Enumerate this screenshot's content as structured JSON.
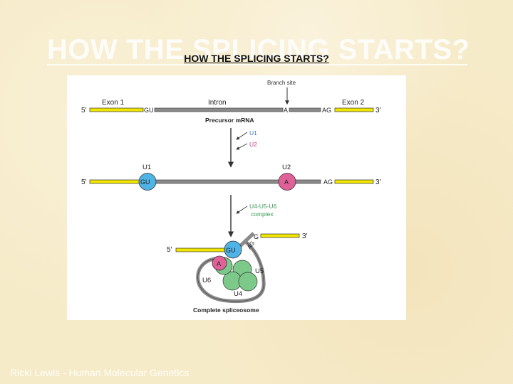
{
  "slide": {
    "ghost_title": "HOW THE SPLICING STARTS?",
    "title": "HOW THE SPLICING STARTS?",
    "footer": "Ricki Lewis - Human Molecular Genetics"
  },
  "diagram": {
    "labels": {
      "branch_site": "Branch site",
      "exon1": "Exon 1",
      "intron": "Intron",
      "exon2": "Exon 2",
      "five_prime": "5′",
      "three_prime": "3′",
      "gu": "GU",
      "a": "A",
      "ag": "AG",
      "g": "G",
      "precursor": "Precursor mRNA",
      "u1": "U1",
      "u2": "U2",
      "u1_arrow": "U1",
      "u2_arrow": "U2",
      "u4u5u6": "U4-U5-U6",
      "complex": "complex",
      "u5": "U5",
      "u6": "U6",
      "u4": "U4",
      "complete": "Complete spliceosome"
    },
    "colors": {
      "exon": "#f2e500",
      "intron": "#8a8a8a",
      "u1": "#4fb3e6",
      "u2": "#e0609a",
      "u456": "#7cc98a",
      "label_blue": "#3a7fc4",
      "label_green": "#3a9a55"
    }
  }
}
